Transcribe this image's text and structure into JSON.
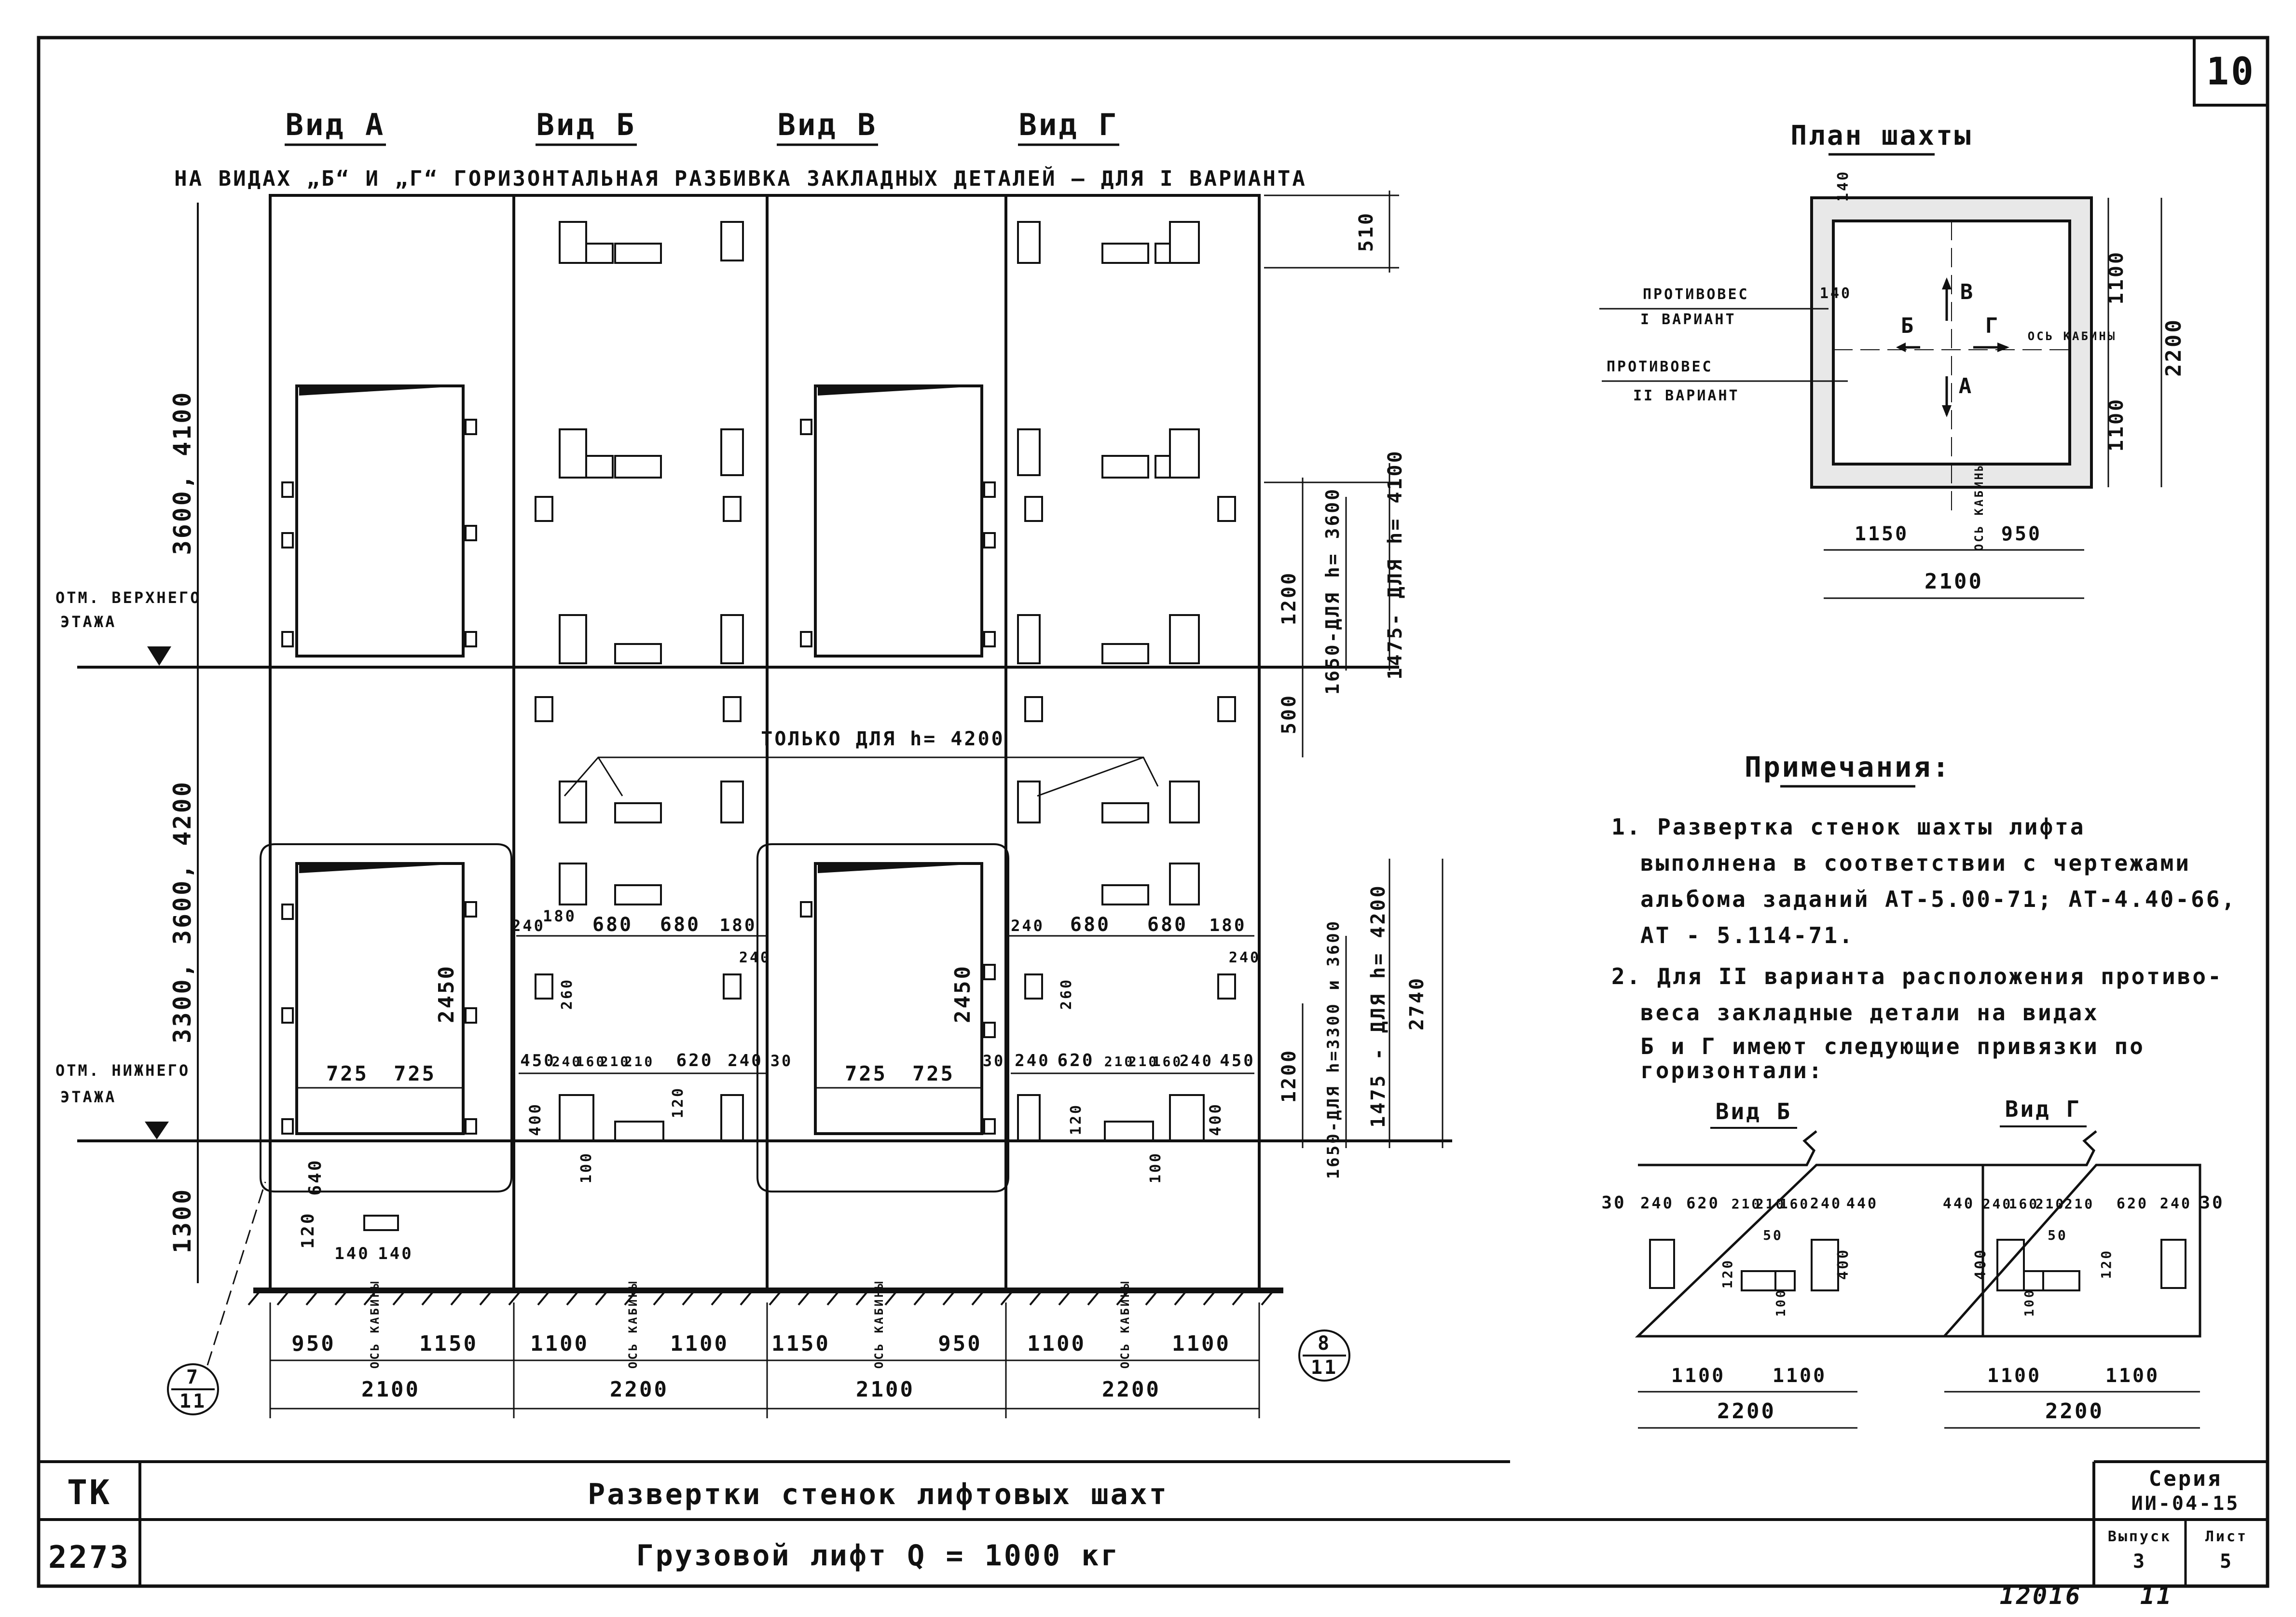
{
  "sheet_number": "10",
  "views": {
    "view_a": "Вид А",
    "view_b": "Вид Б",
    "view_v": "Вид В",
    "view_g": "Вид Г",
    "subtitle": "НА ВИДАХ „Б“ И „Г“ ГОРИЗОНТАЛЬНАЯ РАЗБИВКА ЗАКЛАДНЫХ ДЕТАЛЕЙ — ДЛЯ I ВАРИАНТА"
  },
  "elevation": {
    "height_upper": "3600, 4100",
    "height_lower": "3300, 3600, 4200",
    "height_pit": "1300",
    "upper_floor_mark": [
      "ОТМ. ВЕРХНЕГО",
      "ЭТАЖА"
    ],
    "lower_floor_mark": [
      "ОТМ. НИЖНЕГО",
      "ЭТАЖА"
    ],
    "only_for": "ТОЛЬКО ДЛЯ h= 4200",
    "right_dims": {
      "d510": "510",
      "d1200_top": "1200",
      "d1650_3600": "1650-ДЛЯ h= 3600",
      "d1475_4100": "1475- ДЛЯ h= 4100",
      "d500": "500",
      "d1200_bottom": "1200",
      "d1650_3300_3600": "1650-ДЛЯ h=3300 и 3600",
      "d1475_4200": "1475 - ДЛЯ h= 4200",
      "d2740": "2740"
    },
    "door_dims": {
      "height": "2450",
      "half": "725",
      "pit_640": "640",
      "pit_120": "120",
      "pit_140": "140"
    },
    "view_b_dims": {
      "row1": [
        "240",
        "180",
        "680",
        "680",
        "180"
      ],
      "d240_side": "240",
      "d260": "260",
      "row2": [
        "450",
        "240",
        "160",
        "210",
        "210",
        "620",
        "240"
      ],
      "d400": "400",
      "d100": "100",
      "d120": "120"
    },
    "view_v_dims": {
      "d30_left": "30",
      "d30_right": "30"
    },
    "view_g_dims": {
      "row1": [
        "240",
        "680",
        "680",
        "180"
      ],
      "d240_side": "240",
      "d260": "260",
      "row2": [
        "240",
        "620",
        "210",
        "210",
        "160",
        "240",
        "450"
      ],
      "d400": "400",
      "d100": "100",
      "d120": "120"
    },
    "bottom_dims": {
      "a": [
        "950",
        "1150",
        "2100"
      ],
      "b": [
        "1100",
        "1100",
        "2200"
      ],
      "v": [
        "1150",
        "950",
        "2100"
      ],
      "g": [
        "1100",
        "1100",
        "2200"
      ],
      "axis_label": "ОСЬ КАБИНЫ"
    },
    "callout_7": {
      "top": "7",
      "bottom": "11"
    },
    "callout_8": {
      "top": "8",
      "bottom": "11"
    }
  },
  "shaft_plan": {
    "title": "План шахты",
    "d140_top": "140",
    "d140_left": "140",
    "cw_1": [
      "ПРОТИВОВЕС",
      "I ВАРИАНТ"
    ],
    "cw_2": [
      "ПРОТИВОВЕС",
      "II ВАРИАНТ"
    ],
    "dir_a": "А",
    "dir_b": "Б",
    "dir_v": "В",
    "dir_g": "Г",
    "axis_cabin": "ОСЬ КАБИНЫ",
    "d1100_top": "1100",
    "d1100_bottom": "1100",
    "d2200": "2200",
    "d1150": "1150",
    "d950": "950",
    "d2100": "2100"
  },
  "notes": {
    "title": "Примечания:",
    "n1": [
      "1. Развертка стенок шахты лифта",
      "выполнена в соответствии с чертежами",
      "альбома заданий АТ-5.00-71; АТ-4.40-66,",
      "АТ - 5.114-71."
    ],
    "n2": [
      "2. Для II варианта расположения противо-",
      "веса закладные детали на видах",
      "Б и Г имеют следующие привязки по",
      "горизонтали:"
    ]
  },
  "mini_b": {
    "title": "Вид Б",
    "dims_top": [
      "30",
      "240",
      "620",
      "210",
      "210",
      "160",
      "240",
      "440"
    ],
    "d50": "50",
    "d120": "120",
    "d400": "400",
    "d100": "100",
    "dims_bottom": [
      "1100",
      "1100"
    ],
    "total": "2200"
  },
  "mini_g": {
    "title": "Вид Г",
    "dims_top": [
      "440",
      "240",
      "160",
      "210",
      "210",
      "620",
      "240",
      "30"
    ],
    "d50": "50",
    "d120": "120",
    "d400": "400",
    "d100": "100",
    "dims_bottom": [
      "1100",
      "1100"
    ],
    "total": "2200"
  },
  "title_block": {
    "tk": "ТК",
    "number": "2273",
    "line1": "Развертки стенок лифтовых шахт",
    "line2": "Грузовой лифт Q = 1000 кг",
    "series_label": "Серия",
    "series": "ИИ-04-15",
    "issue_label": "Выпуск",
    "issue": "3",
    "sheet_label": "Лист",
    "sheet": "5"
  },
  "archive_number": "12016",
  "archive_sheet": "11"
}
